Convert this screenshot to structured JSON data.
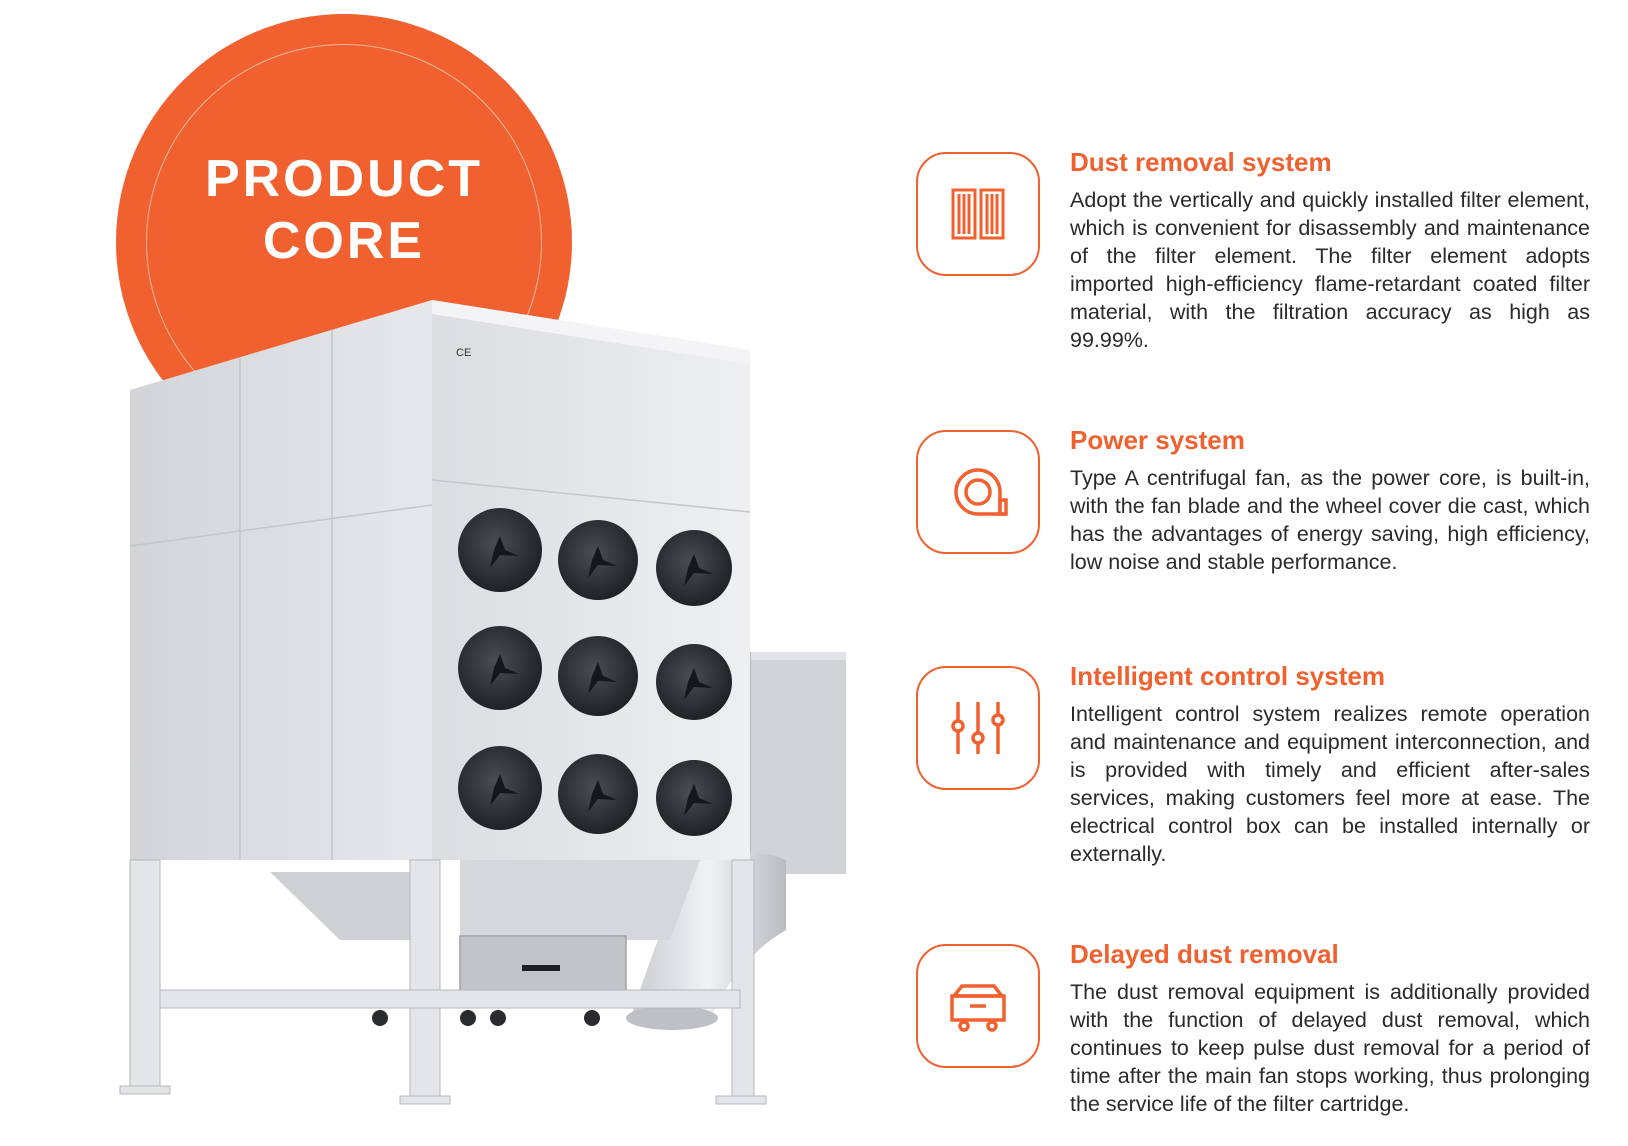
{
  "hero": {
    "title": "PRODUCT\nCORE",
    "accent_color": "#f0612f"
  },
  "machine": {
    "cert_marks": [
      "CE"
    ]
  },
  "features": [
    {
      "icon": "filter-cartridge-icon",
      "title": "Dust removal system",
      "body": "Adopt the vertically and quickly installed filter element, which is convenient for disassembly and maintenance of the filter element. The filter element adopts imported high-efficiency flame-retardant coated filter material, with the filtration accuracy as high as 99.99%."
    },
    {
      "icon": "centrifugal-fan-icon",
      "title": "Power system",
      "body": "Type A centrifugal fan, as the power core, is built-in, with the fan blade and the wheel cover die cast, which has the advantages of energy saving, high efficiency, low noise and stable performance."
    },
    {
      "icon": "control-sliders-icon",
      "title": "Intelligent control system",
      "body": "Intelligent control system realizes remote operation and maintenance and equipment interconnection, and is provided with timely and efficient after-sales services, making customers feel more at ease. The electrical control box can be installed internally or externally."
    },
    {
      "icon": "dust-drawer-icon",
      "title": "Delayed dust removal",
      "body": "The dust removal equipment is additionally provided with the function of delayed dust removal, which continues to keep pulse dust removal for a period of time after the main fan stops working, thus prolonging the service life of the filter cartridge."
    }
  ]
}
